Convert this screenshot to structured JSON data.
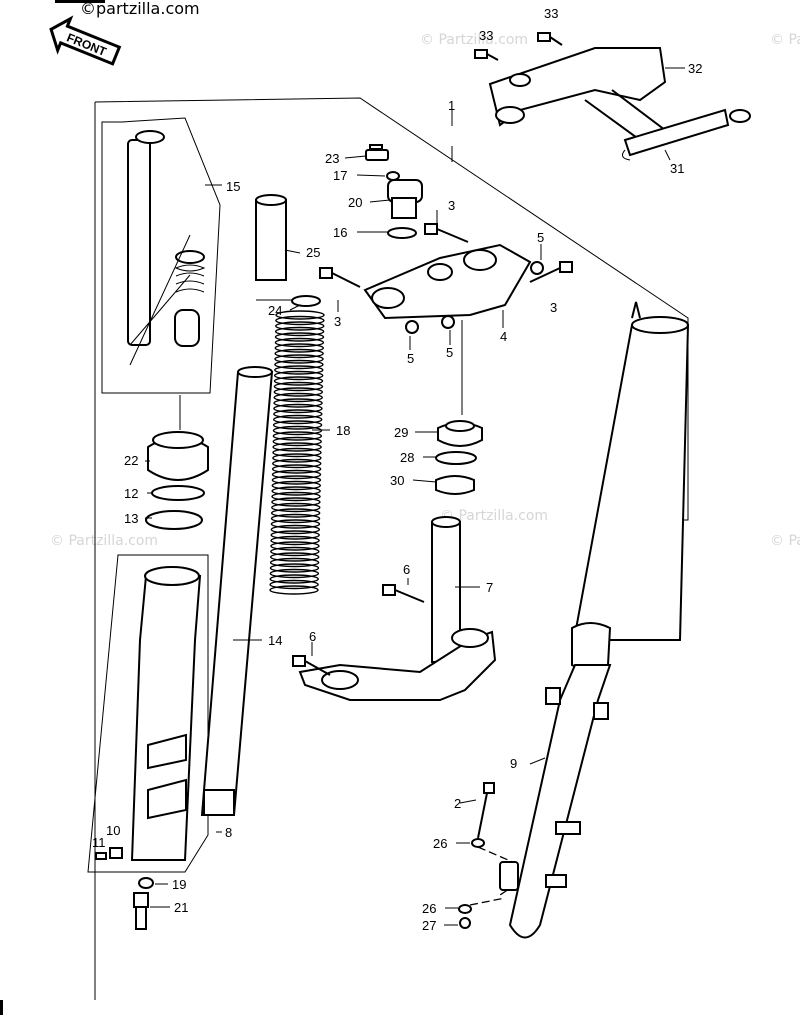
{
  "watermark": {
    "brand": "©partzilla.com",
    "repeat": "© Partzilla.com"
  },
  "front_badge": "FRONT",
  "callouts": {
    "c1": "1",
    "c2": "2",
    "c3a": "3",
    "c3b": "3",
    "c3c": "3",
    "c4": "4",
    "c5a": "5",
    "c5b": "5",
    "c5c": "5",
    "c6a": "6",
    "c6b": "6",
    "c7": "7",
    "c8": "8",
    "c9": "9",
    "c10": "10",
    "c11": "11",
    "c12": "12",
    "c13": "13",
    "c14": "14",
    "c15": "15",
    "c16": "16",
    "c17": "17",
    "c18": "18",
    "c19": "19",
    "c20": "20",
    "c21": "21",
    "c22": "22",
    "c23": "23",
    "c24": "24",
    "c25": "25",
    "c26a": "26",
    "c26b": "26",
    "c27": "27",
    "c28": "28",
    "c29": "29",
    "c30": "30",
    "c31": "31",
    "c32": "32",
    "c33a": "33",
    "c33b": "33"
  }
}
